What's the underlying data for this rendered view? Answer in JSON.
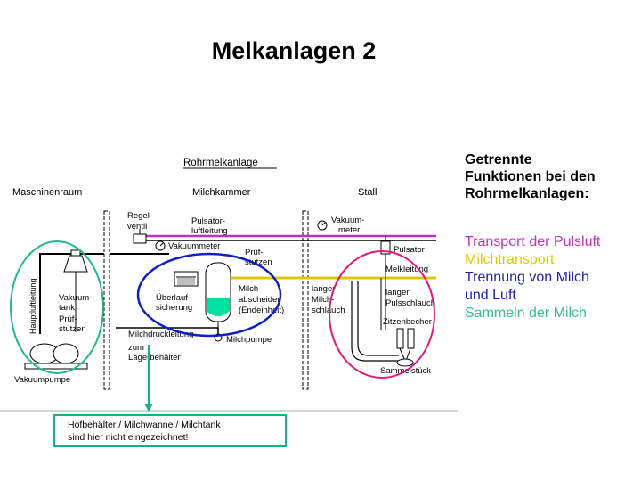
{
  "title": "Melkanlagen 2",
  "diagram": {
    "heading": "Rohrmelkanlage",
    "rooms": {
      "machine": "Maschinenraum",
      "milk": "Milchkammer",
      "stall": "Stall"
    },
    "labels": {
      "regelventil_1": "Regel-",
      "regelventil_2": "ventil",
      "pulsator_luft_1": "Pulsator-",
      "pulsator_luft_2": "luftleitung",
      "vakuummeter_mk": "Vakuummeter",
      "vakuummeter_stall_1": "Vakuum-",
      "vakuummeter_stall_2": "meter",
      "pruef_mk_1": "Prüf-",
      "pruef_mk_2": "stutzen",
      "hauptluft": "Hauptluftleitung",
      "vakuumtank_1": "Vakuum-",
      "vakuumtank_2": "tank",
      "pruef_mr_1": "Prüf-",
      "pruef_mr_2": "stutzen",
      "ueberlauf_1": "Überlauf-",
      "ueberlauf_2": "sicherung",
      "abscheider_1": "Milch-",
      "abscheider_2": "abscheider",
      "abscheider_3": "(Endeinheit)",
      "milchdruck": "Milchdruckleitung",
      "milchpumpe": "Milchpumpe",
      "lager_1": "zum",
      "lager_2": "Lagerbehälter",
      "vakuumpumpe": "Vakuumpumpe",
      "langer_milch_1": "langer",
      "langer_milch_2": "Milch-",
      "langer_milch_3": "schlauch",
      "pulsator": "Pulsator",
      "melkleitung": "Melkleitung",
      "langer_puls_1": "langer",
      "langer_puls_2": "Pulsschlauch",
      "zitzenbecher": "Zitzenbecher",
      "sammelstueck": "Sammelstück"
    }
  },
  "sidebar": {
    "heading": [
      "Getrennte",
      "Funktionen bei den",
      "Rohrmelkanlagen:"
    ],
    "items": [
      {
        "text": "Transport der Pulsluft",
        "color": "#c030c0"
      },
      {
        "text": "Milchtransport",
        "color": "#e0c800"
      },
      {
        "text": "Trennung von Milch",
        "color": "#2020b0"
      },
      {
        "text": "und Luft",
        "color": "#2020b0"
      },
      {
        "text": "Sammeln der Milch",
        "color": "#30c090"
      }
    ]
  },
  "note": {
    "line1": "Hofbehälter / Milchwanne / Milchtank",
    "line2": "sind hier nicht eingezeichnet!"
  },
  "colors": {
    "pulsluft": "#c030c0",
    "milch": "#e0c800",
    "trennung": "#1020c0",
    "sammeln": "#20b890",
    "stall_circle": "#e0187a",
    "note_border": "#18b08c"
  }
}
